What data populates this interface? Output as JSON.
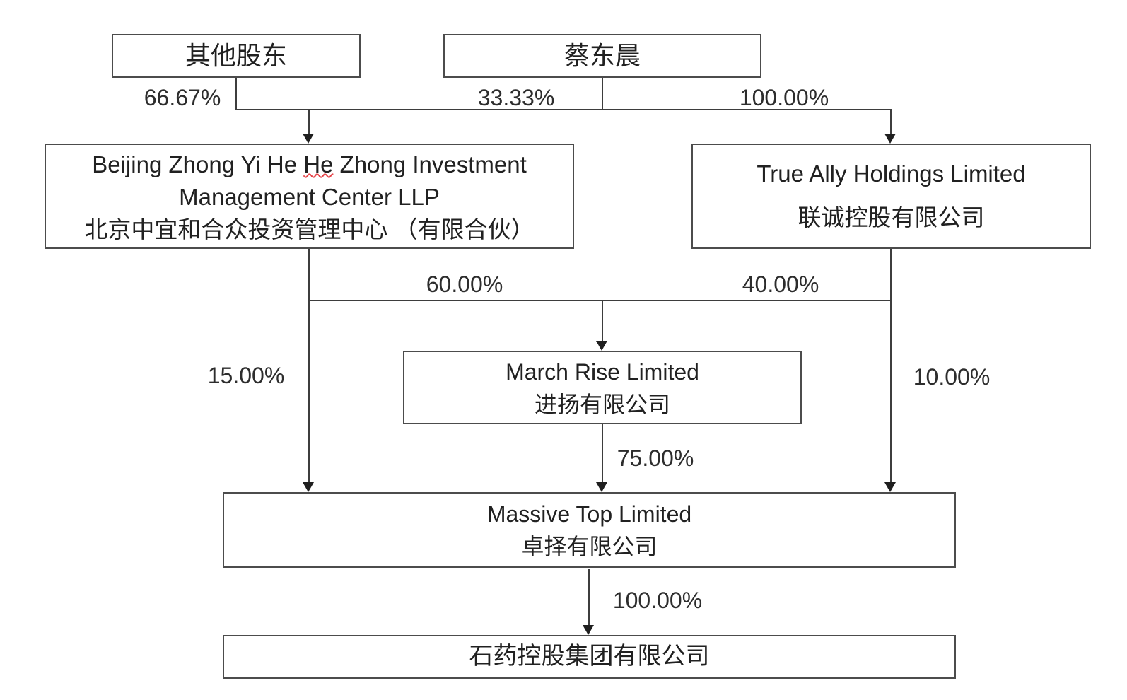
{
  "nodes": {
    "other_shareholders": {
      "name": "其他股东"
    },
    "cai_dongchen": {
      "name": "蔡东晨"
    },
    "beijing_zhongyi": {
      "line1_prefix": "Beijing Zhong Yi He ",
      "line1_underlined": "He",
      "line1_suffix": " Zhong Investment",
      "line2": "Management Center LLP",
      "line3": "北京中宜和合众投资管理中心 （有限合伙）"
    },
    "true_ally": {
      "line1": "True Ally Holdings Limited",
      "line2": "联诚控股有限公司"
    },
    "march_rise": {
      "line1": "March Rise Limited",
      "line2": "进扬有限公司"
    },
    "massive_top": {
      "line1": "Massive Top Limited",
      "line2": "卓择有限公司"
    },
    "cspc_holdings": {
      "name": "石药控股集团有限公司"
    }
  },
  "ownership_labels": {
    "other_to_beijing": "66.67%",
    "cai_to_beijing": "33.33%",
    "cai_to_true_ally": "100.00%",
    "beijing_to_march_rise": "60.00%",
    "true_ally_to_march_rise": "40.00%",
    "beijing_to_massive_top": "15.00%",
    "true_ally_to_massive_top": "10.00%",
    "march_rise_to_massive_top": "75.00%",
    "massive_top_to_cspc": "100.00%"
  },
  "colors": {
    "background": "#ffffff",
    "box_border": "#4c4c4c",
    "connector_line": "#3d3d3d",
    "text": "#212121",
    "spellcheck_underline": "#e5484d"
  }
}
